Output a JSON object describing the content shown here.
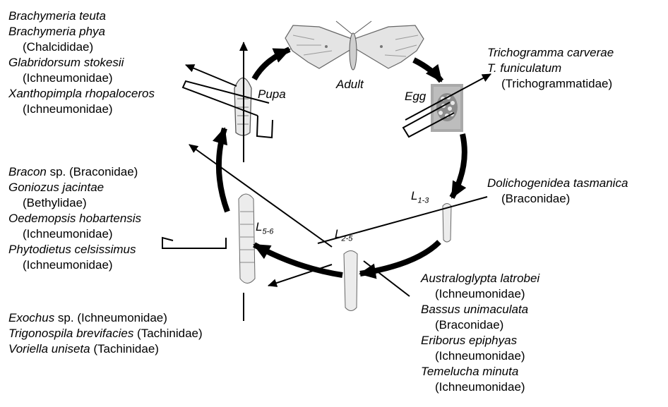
{
  "stages": {
    "adult": "Adult",
    "egg": "Egg",
    "pupa": "Pupa",
    "larva_early": {
      "letter": "L",
      "sub": "1-3"
    },
    "larva_mid": {
      "letter": "L",
      "sub": "2-5"
    },
    "larva_late": {
      "letter": "L",
      "sub": "5-6"
    }
  },
  "groups": {
    "pupal": [
      {
        "species": "Brachymeria teuta",
        "family": ""
      },
      {
        "species": "Brachymeria phya",
        "family": "(Chalcididae)"
      },
      {
        "species": "Glabridorsum stokesii",
        "family": "(Ichneumonidae)"
      },
      {
        "species": "Xanthopimpla rhopaloceros",
        "family": "(Ichneumonidae)"
      }
    ],
    "egg": [
      {
        "species": "Trichogramma carverae",
        "family": ""
      },
      {
        "species": "T. funiculatum",
        "family": "(Trichogrammatidae)"
      }
    ],
    "early_larval": [
      {
        "species": "Dolichogenidea tasmanica",
        "family": "(Braconidae)"
      }
    ],
    "larval_pupal": [
      {
        "species": "Bracon",
        "suffix": " sp. (Braconidae)"
      },
      {
        "species": "Goniozus jacintae",
        "family": "(Bethylidae)"
      },
      {
        "species": "Oedemopsis hobartensis",
        "family": "(Ichneumonidae)"
      },
      {
        "species": "Phytodietus celsissimus",
        "family": "(Ichneumonidae)"
      }
    ],
    "late_larval": [
      {
        "species": "Exochus",
        "suffix": " sp. (Ichneumonidae)"
      },
      {
        "species": "Trigonospila brevifacies",
        "suffix": " (Tachinidae)"
      },
      {
        "species": "Voriella uniseta",
        "suffix": " (Tachinidae)"
      }
    ],
    "mid_larval": [
      {
        "species": "Australoglypta latrobei",
        "family": "(Ichneumonidae)"
      },
      {
        "species": "Bassus unimaculata",
        "family": "(Braconidae)"
      },
      {
        "species": "Eriborus epiphyas",
        "family": "(Ichneumonidae)"
      },
      {
        "species": "Temelucha minuta",
        "family": "(Ichneumonidae)"
      }
    ]
  }
}
